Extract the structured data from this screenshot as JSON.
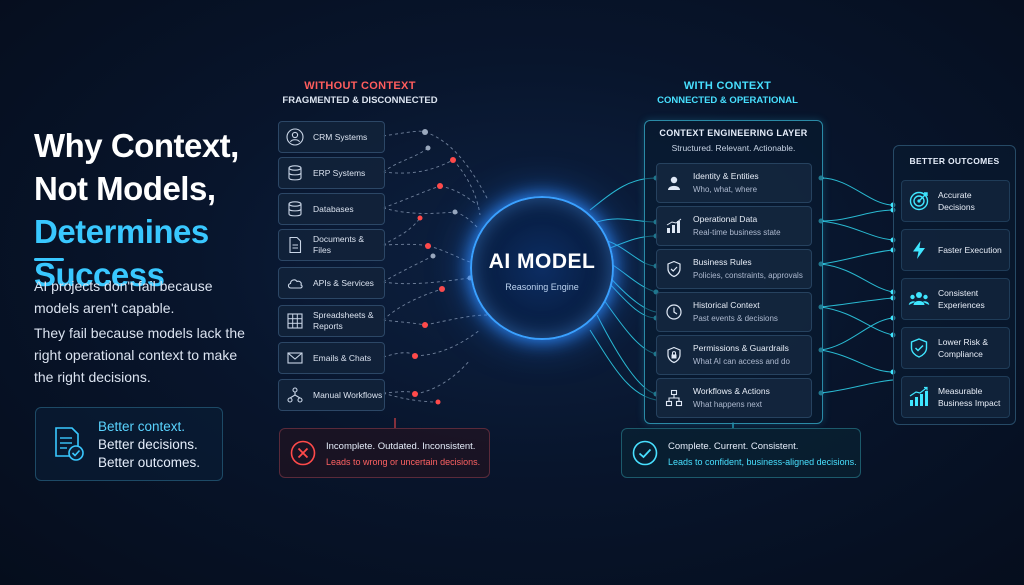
{
  "hero": {
    "title_1": "Why Context,",
    "title_2": "Not Models,",
    "title_3": "Determines Success",
    "para_1": "AI projects don't fail because models aren't capable.",
    "para_2": "They fail because models lack the right operational context to make the right decisions.",
    "tag_1": "Better context.",
    "tag_2": "Better decisions.",
    "tag_3": "Better outcomes."
  },
  "without": {
    "heading": "WITHOUT CONTEXT",
    "sub": "FRAGMENTED & DISCONNECTED",
    "sources": [
      {
        "label": "CRM Systems",
        "icon": "user-icon"
      },
      {
        "label": "ERP Systems",
        "icon": "database-icon"
      },
      {
        "label": "Databases",
        "icon": "database-icon"
      },
      {
        "label": "Documents & Files",
        "icon": "document-icon"
      },
      {
        "label": "APIs & Services",
        "icon": "cloud-icon"
      },
      {
        "label": "Spreadsheets & Reports",
        "icon": "grid-icon"
      },
      {
        "label": "Emails & Chats",
        "icon": "mail-icon"
      },
      {
        "label": "Manual Workflows",
        "icon": "workflow-icon"
      }
    ],
    "status_1": "Incomplete. Outdated. Inconsistent.",
    "status_2": "Leads to wrong or uncertain decisions."
  },
  "model": {
    "title": "AI MODEL",
    "sub": "Reasoning Engine"
  },
  "with": {
    "heading": "WITH CONTEXT",
    "sub": "CONNECTED & OPERATIONAL",
    "layer_title": "CONTEXT ENGINEERING LAYER",
    "layer_sub": "Structured. Relevant. Actionable.",
    "rows": [
      {
        "title": "Identity & Entities",
        "desc": "Who, what, where",
        "icon": "user-icon"
      },
      {
        "title": "Operational Data",
        "desc": "Real-time business state",
        "icon": "bar-chart-icon"
      },
      {
        "title": "Business Rules",
        "desc": "Policies, constraints, approvals",
        "icon": "shield-icon"
      },
      {
        "title": "Historical Context",
        "desc": "Past events & decisions",
        "icon": "clock-icon"
      },
      {
        "title": "Permissions & Guardrails",
        "desc": "What AI can access and do",
        "icon": "lock-shield-icon"
      },
      {
        "title": "Workflows & Actions",
        "desc": "What happens next",
        "icon": "workflow-icon"
      }
    ],
    "status_1": "Complete. Current. Consistent.",
    "status_2": "Leads to confident, business-aligned decisions."
  },
  "outcomes": {
    "heading": "BETTER OUTCOMES",
    "items": [
      {
        "label": "Accurate Decisions",
        "icon": "target-icon"
      },
      {
        "label": "Faster Execution",
        "icon": "lightning-icon"
      },
      {
        "label": "Consistent Experiences",
        "icon": "people-icon"
      },
      {
        "label": "Lower Risk & Compliance",
        "icon": "shield-check-icon"
      },
      {
        "label": "Measurable Business Impact",
        "icon": "growth-chart-icon"
      }
    ]
  },
  "colors": {
    "accent": "#39c8ff",
    "danger": "#ff5d5d",
    "teal": "#48e0ff",
    "background": "#08152c"
  }
}
